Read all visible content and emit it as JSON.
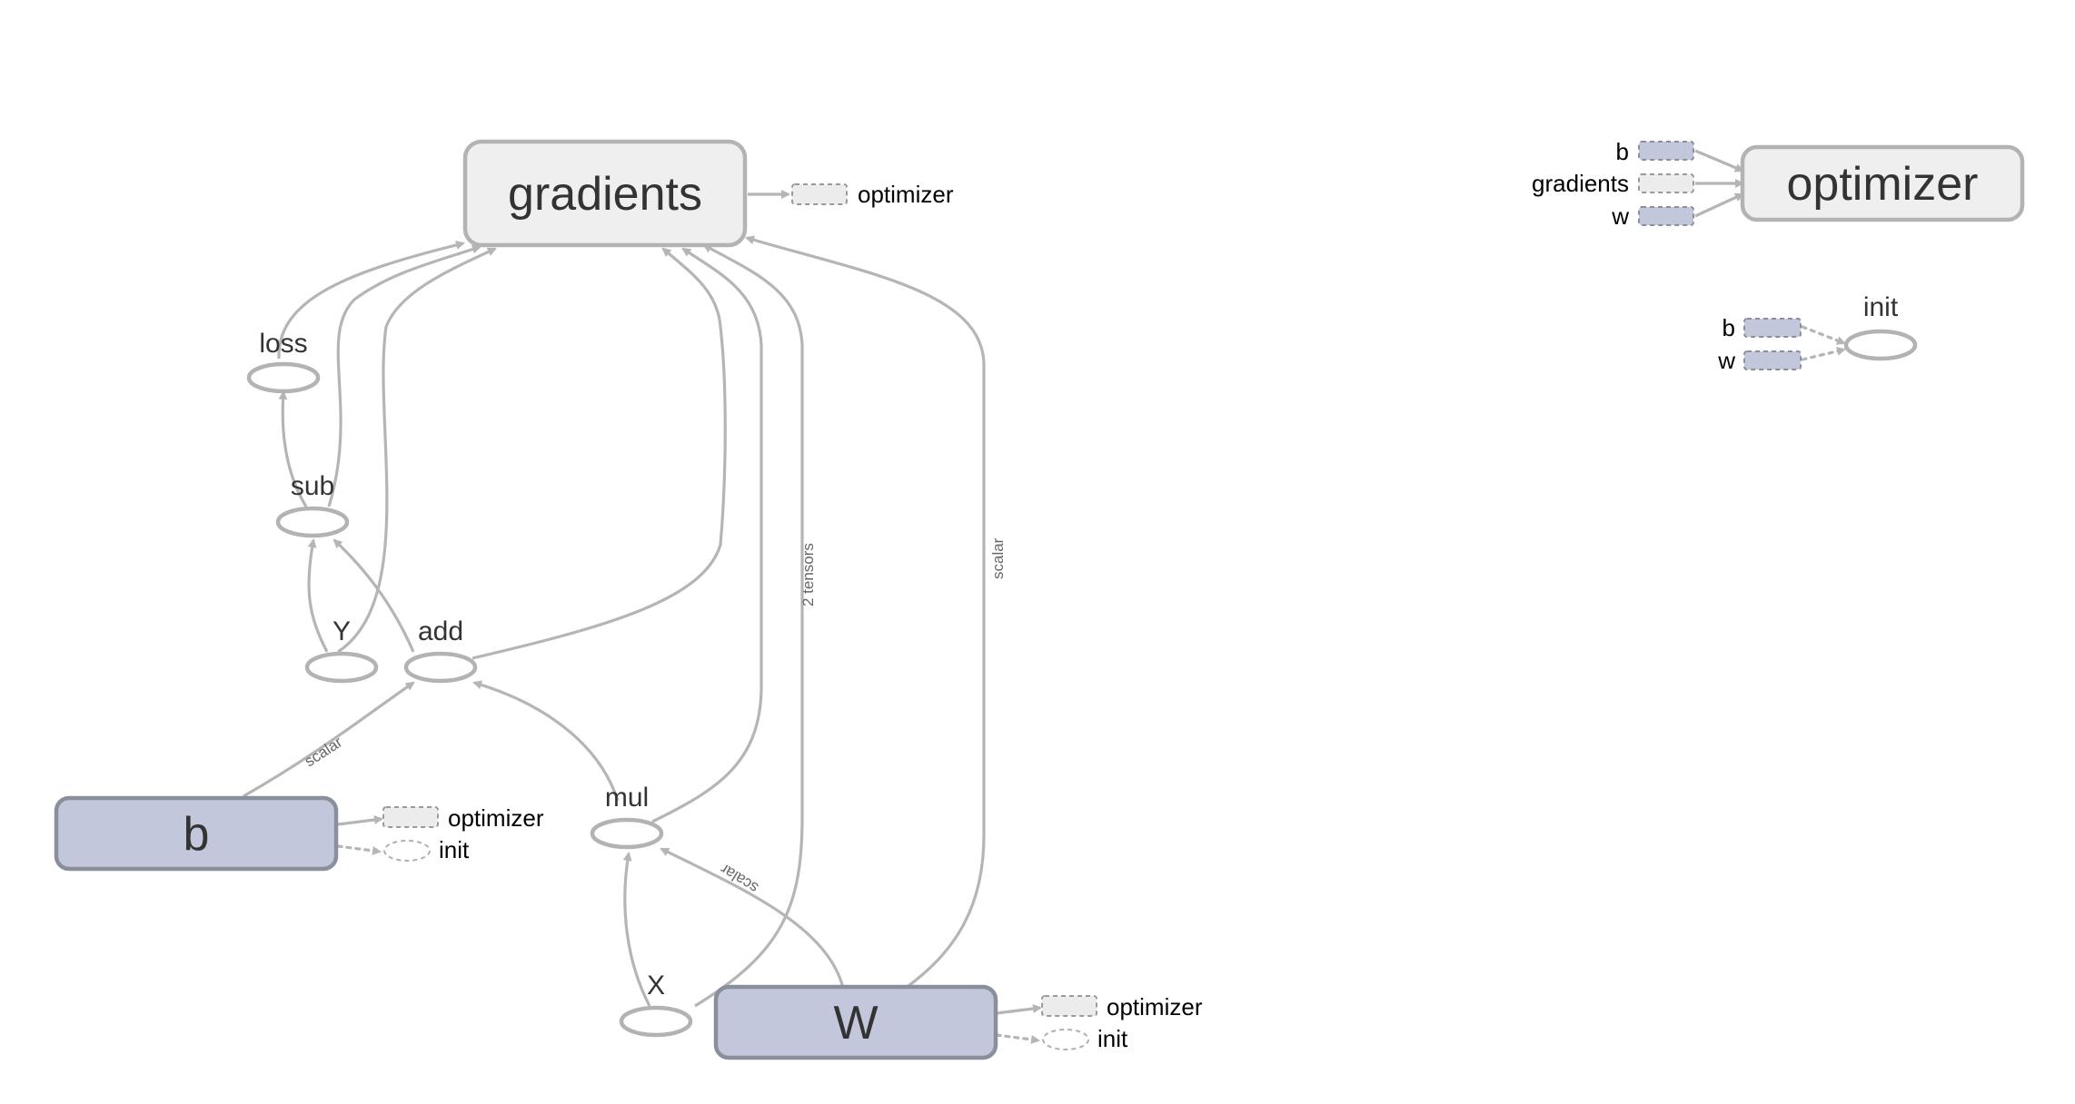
{
  "nodes": {
    "gradients": "gradients",
    "loss": "loss",
    "sub": "sub",
    "y": "Y",
    "add": "add",
    "b": "b",
    "mul": "mul",
    "x": "X",
    "w": "W",
    "optimizer": "optimizer",
    "init": "init"
  },
  "aux": {
    "gradients_out": "optimizer",
    "b_out_optimizer": "optimizer",
    "b_out_init": "init",
    "w_out_optimizer": "optimizer",
    "w_out_init": "init",
    "optimizer_in_b": "b",
    "optimizer_in_gradients": "gradients",
    "optimizer_in_w": "w",
    "init_in_b": "b",
    "init_in_w": "w"
  },
  "edge_labels": {
    "b_add": "scalar",
    "w_mul": "scalar",
    "x_gradients": "2 tensors",
    "w_gradients": "scalar"
  },
  "colors": {
    "namespace_grey": "#efefef",
    "variable_blue": "#c2c7dc",
    "edge": "#b5b5b5"
  }
}
